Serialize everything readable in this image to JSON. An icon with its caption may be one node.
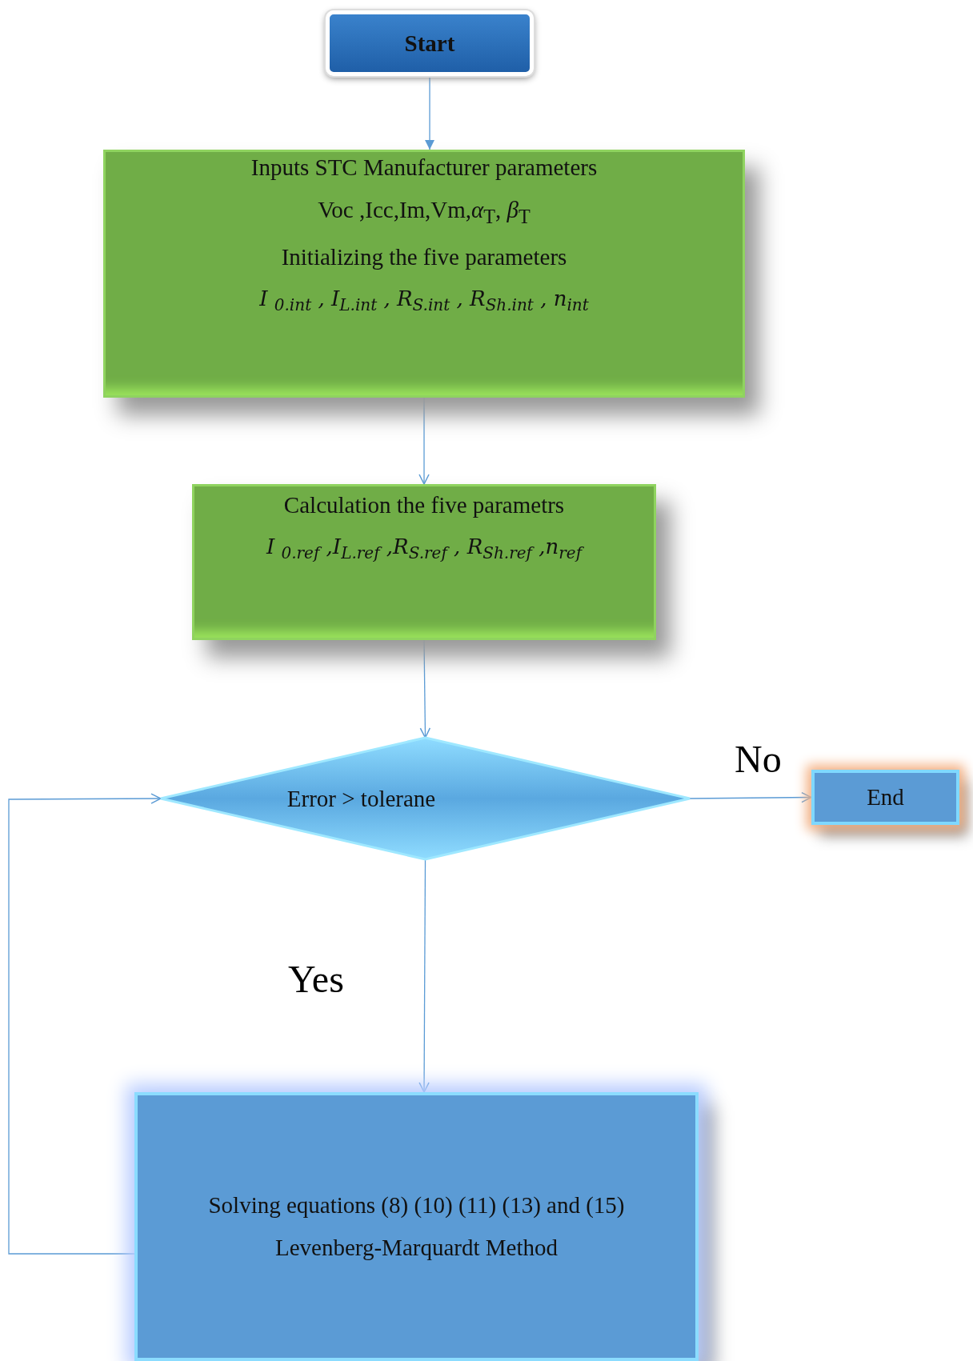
{
  "diagram": {
    "nodes": [
      {
        "text": [
          "Start"
        ]
      },
      {
        "text": [
          "Inputs STC Manufacturer parameters",
          "Voc ,Icc,Im,Vm,*α*$_{T}$, *β*$_{T}$",
          "Initializing the five parameters",
          "I $_{0.int}$ , I$_{L.int}$ , R$_{S.int}$ , R$_{Sh.int}$ , n$_{int}$"
        ]
      },
      {
        "text": [
          "Calculation the five parametrs",
          "I $_{0.ref}$ ,I$_{L.ref}$ ,R$_{S.ref}$ , R$_{Sh.ref}$ ,n$_{ref}$"
        ]
      },
      {
        "text": [
          "Error > tolerane"
        ]
      },
      {
        "text": [
          "End"
        ]
      },
      {
        "text": [
          "Solving equations (8) (10) (11) (13) and (15)",
          "Levenberg-Marquardt Method"
        ]
      }
    ],
    "edges": [
      {
        "from": 0,
        "to": 1,
        "arrow": "to"
      },
      {
        "from": 1,
        "to": 2,
        "arrow": "to"
      },
      {
        "from": 2,
        "to": 3,
        "arrow": "to"
      },
      {
        "from": 3,
        "to": 4,
        "arrow": "to",
        "label": "No"
      },
      {
        "from": 3,
        "to": 5,
        "arrow": "to",
        "label": "Yes"
      },
      {
        "from": 5,
        "to": 3,
        "arrow": "to"
      }
    ]
  }
}
